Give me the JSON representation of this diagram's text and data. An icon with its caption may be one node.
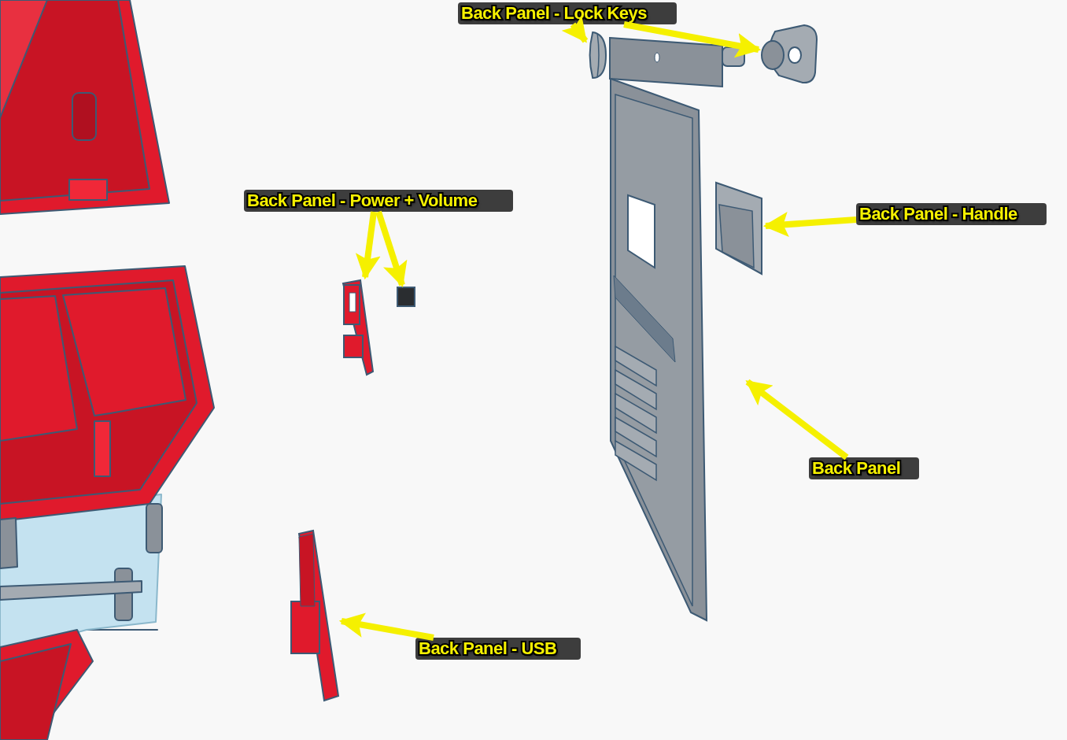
{
  "diagram": {
    "nodes": [
      {
        "text": [
          "Back Panel - Lock Keys"
        ]
      },
      {
        "text": [],
        "shape": "cylinder"
      },
      {
        "text": [],
        "shape": "picture"
      },
      {
        "text": [
          "Back Panel - Power + Volume"
        ]
      },
      {
        "text": [],
        "shape": "picture"
      },
      {
        "text": [],
        "shape": "box"
      },
      {
        "text": [
          "Back Panel - Handle"
        ]
      },
      {
        "text": [],
        "shape": "picture"
      },
      {
        "text": [
          "Back Panel"
        ]
      },
      {
        "text": [],
        "shape": "picture"
      },
      {
        "text": [
          "Back Panel - USB"
        ]
      },
      {
        "text": [],
        "shape": "picture"
      }
    ],
    "edges": [
      {
        "from": 0,
        "to": 1,
        "arrow": "to"
      },
      {
        "from": 0,
        "to": 2,
        "arrow": "to"
      },
      {
        "from": 3,
        "to": 4,
        "arrow": "to"
      },
      {
        "from": 3,
        "to": 5,
        "arrow": "to"
      },
      {
        "from": 6,
        "to": 7,
        "arrow": "to"
      },
      {
        "from": 8,
        "to": 9,
        "arrow": "to"
      },
      {
        "from": 10,
        "to": 11,
        "arrow": "to"
      }
    ]
  }
}
